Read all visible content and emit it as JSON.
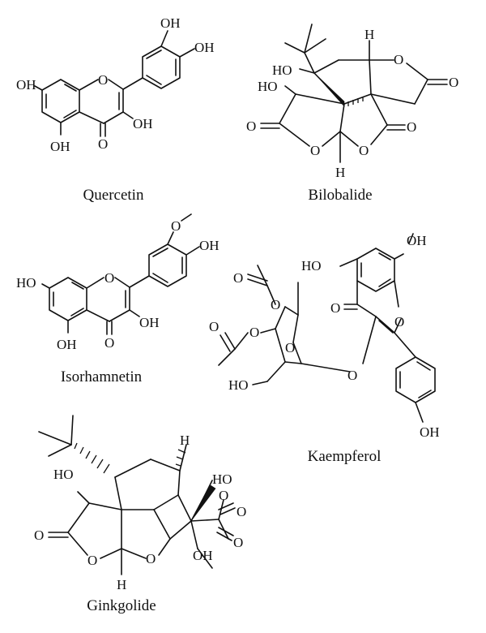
{
  "figure": {
    "molecules": [
      {
        "key": "quercetin",
        "name": "Quercetin"
      },
      {
        "key": "bilobalide",
        "name": "Bilobalide"
      },
      {
        "key": "isorhamnetin",
        "name": "Isorhamnetin"
      },
      {
        "key": "kaempferol",
        "name": "Kaempferol"
      },
      {
        "key": "ginkgolide",
        "name": "Ginkgolide"
      }
    ],
    "atom_labels": {
      "OH": "OH",
      "HO": "HO",
      "O": "O",
      "H": "H"
    }
  }
}
